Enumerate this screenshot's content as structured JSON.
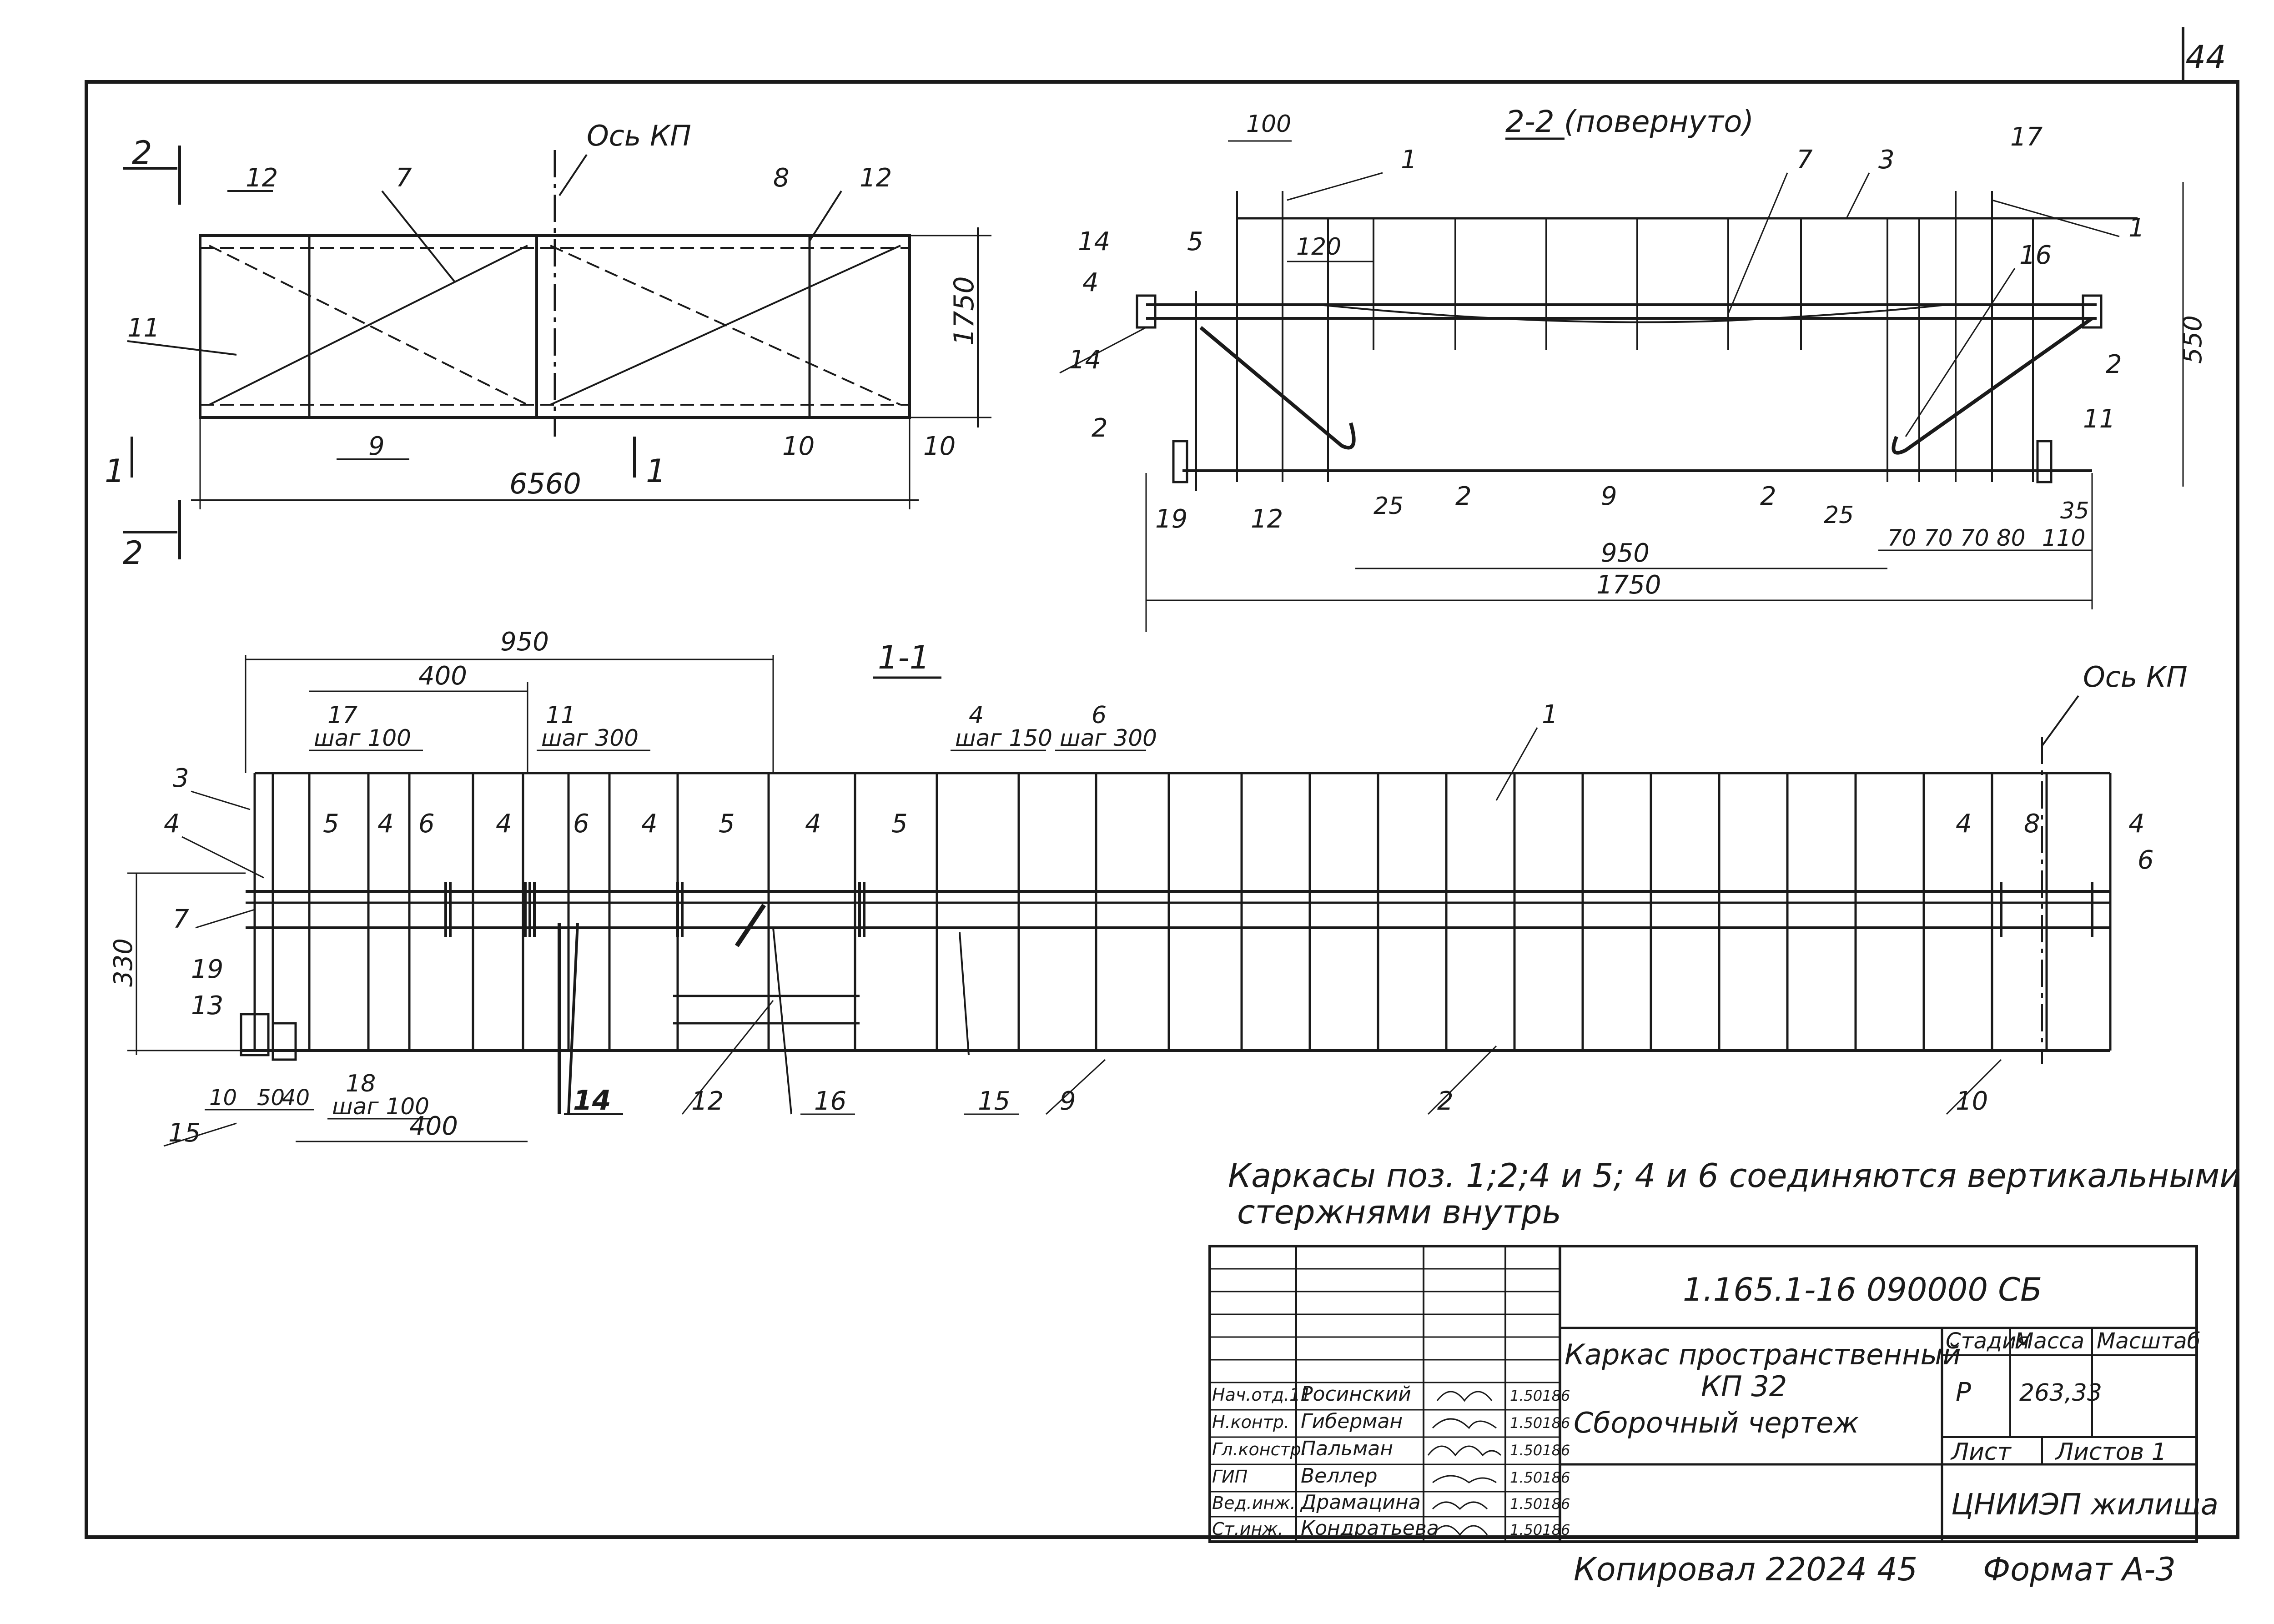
{
  "sheet": {
    "page_number": "44",
    "copied_by": "Копировал 22024 45",
    "format": "Формат А-3"
  },
  "view_plan": {
    "section_mark_left": "2",
    "section_mark_left_bottom": "2",
    "section_mark_1": "1",
    "section_mark_1b": "1",
    "axis_label": "Ось КП",
    "callouts": [
      "12",
      "7",
      "8",
      "12",
      "11",
      "9",
      "10",
      "10"
    ],
    "dim_width": "1750",
    "dim_length": "6560"
  },
  "view_section_2_2": {
    "title": "2-2 (повернуто)",
    "callouts": [
      "1",
      "7",
      "3",
      "17",
      "1",
      "14",
      "5",
      "16",
      "4",
      "14",
      "2",
      "2",
      "11",
      "19",
      "12",
      "2",
      "9",
      "2"
    ],
    "dim_100": "100",
    "dim_120": "120",
    "dim_550": "550",
    "dim_25a": "25",
    "dim_25b": "25",
    "dim_70a": "70",
    "dim_70b": "70",
    "dim_70c": "70",
    "dim_80": "80",
    "dim_110": "110",
    "dim_35": "35",
    "dim_950": "950",
    "dim_1750": "1750"
  },
  "view_section_1_1": {
    "title": "1-1",
    "axis_label": "Ось КП",
    "dim_950": "950",
    "dim_400_top": "400",
    "dim_400_bottom": "400",
    "dim_330": "330",
    "dim_10": "10",
    "dim_50": "50",
    "dim_40": "40",
    "label_17_step": "17",
    "label_17_step_text": "шаг 100",
    "label_11_step": "11",
    "label_11_step_text": "шаг 300",
    "label_4_step": "4",
    "label_4_step_text": "шаг 150",
    "label_6_step": "6",
    "label_6_step_text": "шаг 300",
    "label_18": "18",
    "label_18_step": "шаг 100",
    "callouts_left": [
      "3",
      "4",
      "5",
      "4",
      "6",
      "4",
      "6",
      "4",
      "5",
      "4",
      "5",
      "7",
      "19",
      "13",
      "15"
    ],
    "callouts_bottom": [
      "14",
      "12",
      "16",
      "15",
      "9",
      "2",
      "10"
    ],
    "callouts_right": [
      "1",
      "4",
      "8",
      "4",
      "6"
    ]
  },
  "note": {
    "line1": "Каркасы поз. 1;2;4 и 5; 4 и 6 соединяются вертикальными",
    "line2": "стержнями внутрь"
  },
  "title_block": {
    "code": "1.165.1-16 090000 СБ",
    "name_line1": "Каркас пространственный",
    "name_line2": "КП 32",
    "name_line3": "Сборочный чертеж",
    "stage_header": "Стадия",
    "mass_header": "Масса",
    "scale_header": "Масштаб",
    "stage_value": "Р",
    "mass_value": "263,33",
    "sheet_label": "Лист",
    "sheets_label": "Листов 1",
    "organization": "ЦНИИЭП жилища",
    "signatures": [
      {
        "role": "Нач.отд.11",
        "name": "Росинский",
        "date": "1.50186"
      },
      {
        "role": "Н.контр.",
        "name": "Гиберман",
        "date": "1.50186"
      },
      {
        "role": "Гл.констр.",
        "name": "Пальман",
        "date": "1.50186"
      },
      {
        "role": "ГИП",
        "name": "Веллер",
        "date": "1.50186"
      },
      {
        "role": "Вед.инж.",
        "name": "Драмацина",
        "date": "1.50186"
      },
      {
        "role": "Ст.инж.",
        "name": "Кондратьева",
        "date": "1.50186"
      }
    ]
  }
}
